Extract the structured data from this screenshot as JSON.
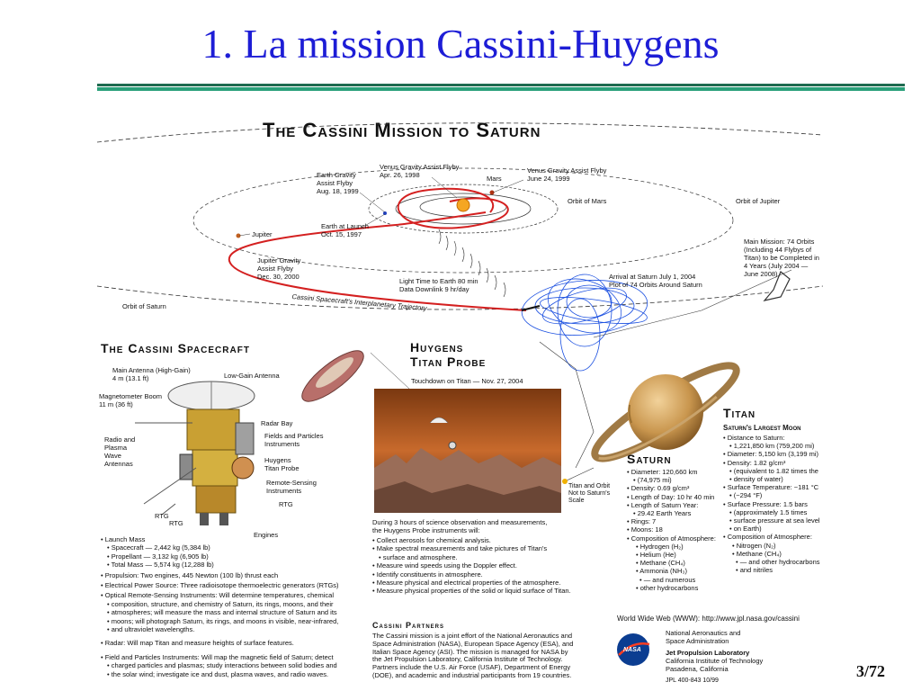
{
  "slide": {
    "title": "1. La mission Cassini-Huygens",
    "page_number": "3/72"
  },
  "poster": {
    "title": "The Cassini Mission to Saturn",
    "trajectory_labels": {
      "venus1": [
        "Venus Gravity Assist Flyby",
        "Apr. 26, 1998"
      ],
      "earth": [
        "Earth Gravity",
        "Assist Flyby",
        "Aug. 18, 1999"
      ],
      "mars": "Mars",
      "venus2": [
        "Venus Gravity Assist Flyby",
        "June 24, 1999"
      ],
      "orbit_mars": "Orbit of Mars",
      "orbit_jupiter": "Orbit of Jupiter",
      "launch": [
        "Earth at Launch",
        "Oct. 15, 1997"
      ],
      "jupiter": "Jupiter",
      "jupiter_flyby": [
        "Jupiter Gravity",
        "Assist Flyby",
        "Dec. 30, 2000"
      ],
      "light_time": [
        "Light Time to Earth   80 min",
        "Data Downlink   9 hr/day"
      ],
      "arrival": [
        "Arrival at Saturn July 1, 2004",
        "Plot of 74 Orbits Around Saturn"
      ],
      "main_mission": [
        "Main Mission: 74 Orbits",
        "(Including 44 Flybys of",
        "Titan) to be Completed in",
        "4 Years (July 2004 —",
        "June 2008)"
      ],
      "orbit_saturn": "Orbit of Saturn",
      "trajectory": "Cassini Spacecraft's Interplanetary Trajectory"
    },
    "spacecraft": {
      "heading": "The Cassini Spacecraft",
      "labels": {
        "main_antenna": [
          "Main Antenna (High-Gain)",
          "4 m (13.1 ft)"
        ],
        "low_gain": "Low-Gain Antenna",
        "magnetometer": [
          "Magnetometer Boom",
          "11 m (36 ft)"
        ],
        "radar_bay": "Radar Bay",
        "fields": [
          "Fields and Particles",
          "Instruments"
        ],
        "radio": [
          "Radio and",
          "Plasma",
          "Wave",
          "Antennas"
        ],
        "huygens": [
          "Huygens",
          "Titan Probe"
        ],
        "remote": [
          "Remote-Sensing",
          "Instruments"
        ],
        "rtg1": "RTG",
        "rtg2": "RTG",
        "rtg3": "RTG",
        "engines": "Engines"
      },
      "specs": [
        [
          "Launch Mass",
          "Spacecraft — 2,442 kg (5,384 lb)",
          "Propellant — 3,132 kg (6,905 lb)",
          "Total Mass — 5,574 kg (12,288 lb)"
        ],
        [
          "Propulsion: Two engines, 445 Newton (100 lb) thrust each"
        ],
        [
          "Electrical Power Source: Three radioisotope thermoelectric generators (RTGs)"
        ],
        [
          "Optical Remote-Sensing Instruments: Will determine temperatures, chemical",
          "composition, structure, and chemistry of Saturn, its rings, moons, and their",
          "atmospheres; will measure the mass and internal structure of Saturn and its",
          "moons; will photograph Saturn, its rings, and moons in visible, near-infrared,",
          "and ultraviolet wavelengths."
        ],
        [
          "Radar: Will map Titan and measure heights of surface features."
        ],
        [
          "Field and Particles Instruments: Will map the magnetic field of Saturn; detect",
          "charged particles and plasmas; study interactions between solid bodies and",
          "the solar wind; investigate ice and dust, plasma waves, and radio waves."
        ]
      ]
    },
    "huygens": {
      "heading": [
        "Huygens",
        "Titan Probe"
      ],
      "touchdown": "Touchdown on Titan — Nov. 27, 2004",
      "intro": [
        "During 3 hours of science observation and measurements,",
        "the Huygens Probe instruments will:"
      ],
      "items": [
        [
          "Collect aerosols for chemical analysis."
        ],
        [
          "Make spectral measurements and take pictures of Titan's",
          "surface and atmosphere."
        ],
        [
          "Measure wind speeds using the Doppler effect."
        ],
        [
          "Identify constituents in atmosphere."
        ],
        [
          "Measure physical and electrical properties of the atmosphere."
        ],
        [
          "Measure physical properties of the solid or liquid surface of Titan."
        ]
      ],
      "scale_note": [
        "Titan and Orbit",
        "Not to Saturn's",
        "Scale"
      ]
    },
    "partners": {
      "heading": "Cassini Partners",
      "lines": [
        "The Cassini mission is a joint effort of the National Aeronautics and",
        "Space Administration (NASA), European Space Agency (ESA), and",
        "Italian Space Agency (ASI). The mission is managed for NASA by",
        "the Jet Propulsion Laboratory, California Institute of Technology.",
        "Partners include the U.S. Air Force (USAF), Department of Energy",
        "(DOE), and academic and industrial participants from 19 countries."
      ]
    },
    "saturn": {
      "heading": "Saturn",
      "items": [
        [
          "Diameter: 120,660 km",
          "(74,975 mi)"
        ],
        [
          "Density: 0.69 g/cm³"
        ],
        [
          "Length of Day: 10 hr 40 min"
        ],
        [
          "Length of Saturn Year:",
          "29.42 Earth Years"
        ],
        [
          "Rings: 7"
        ],
        [
          "Moons: 18"
        ],
        [
          "Composition of Atmosphere:",
          "Hydrogen (H₂)",
          "Helium (He)",
          "Methane (CH₄)",
          "Ammonia (NH₃)",
          "— and numerous",
          "other hydrocarbons"
        ]
      ]
    },
    "titan": {
      "heading": "Titan",
      "subheading": "Saturn's Largest Moon",
      "items": [
        [
          "Distance to Saturn:",
          "1,221,850 km (759,200 mi)"
        ],
        [
          "Diameter: 5,150 km (3,199 mi)"
        ],
        [
          "Density: 1.82 g/cm³",
          "(equivalent to 1.82 times the",
          "density of water)"
        ],
        [
          "Surface Temperature: −181 °C",
          "(−294 °F)"
        ],
        [
          "Surface Pressure: 1.5 bars",
          "(approximately 1.5 times",
          "surface pressure at sea level",
          "on Earth)"
        ],
        [
          "Composition of Atmosphere:",
          "Nitrogen (N₂)",
          "Methane (CH₄)",
          "— and other hydrocarbons",
          "and nitriles"
        ]
      ]
    },
    "footer": {
      "web": "World Wide Web (WWW):  http://www.jpl.nasa.gov/cassini",
      "nasa_logo": "NASA",
      "nasa": [
        "National Aeronautics and",
        "Space Administration"
      ],
      "jpl": [
        "Jet Propulsion Laboratory",
        "California Institute of Technology",
        "Pasadena, California"
      ],
      "doc": "JPL 400-843  10/99"
    }
  },
  "colors": {
    "title_blue": "#1d1dd6",
    "trajectory_red": "#d42020",
    "orbit_blue": "#1a4fe0"
  },
  "icons": [
    "saturn-icon",
    "sun-icon",
    "nasa-logo-icon",
    "huygens-probe-icon",
    "spacecraft-icon"
  ]
}
